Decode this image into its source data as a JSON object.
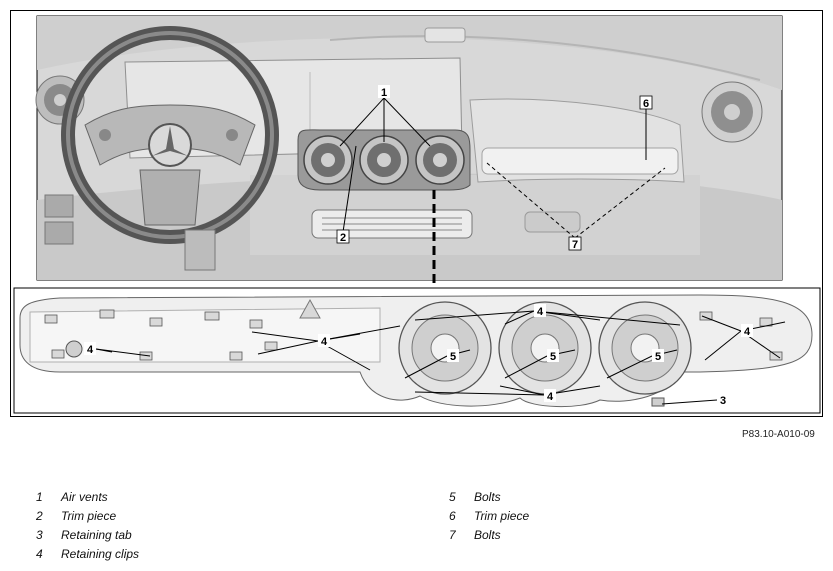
{
  "figure": {
    "code": "P83.10-A010-09",
    "callouts": {
      "c1": "1",
      "c2": "2",
      "c3": "3",
      "c4a": "4",
      "c4b": "4",
      "c4c": "4",
      "c4d": "4",
      "c4e": "4",
      "c5a": "5",
      "c5b": "5",
      "c5c": "5",
      "c6": "6",
      "c7": "7"
    }
  },
  "legend": {
    "left": [
      {
        "num": "1",
        "label": "Air vents"
      },
      {
        "num": "2",
        "label": "Trim piece"
      },
      {
        "num": "3",
        "label": "Retaining tab"
      },
      {
        "num": "4",
        "label": "Retaining clips"
      }
    ],
    "right": [
      {
        "num": "5",
        "label": "Bolts"
      },
      {
        "num": "6",
        "label": "Trim piece"
      },
      {
        "num": "7",
        "label": "Bolts"
      }
    ]
  },
  "colors": {
    "frame": "#000000",
    "dash_gray": "#d6d6d6",
    "panel_light": "#e8e8e8",
    "callout_bg": "#ffffff"
  }
}
